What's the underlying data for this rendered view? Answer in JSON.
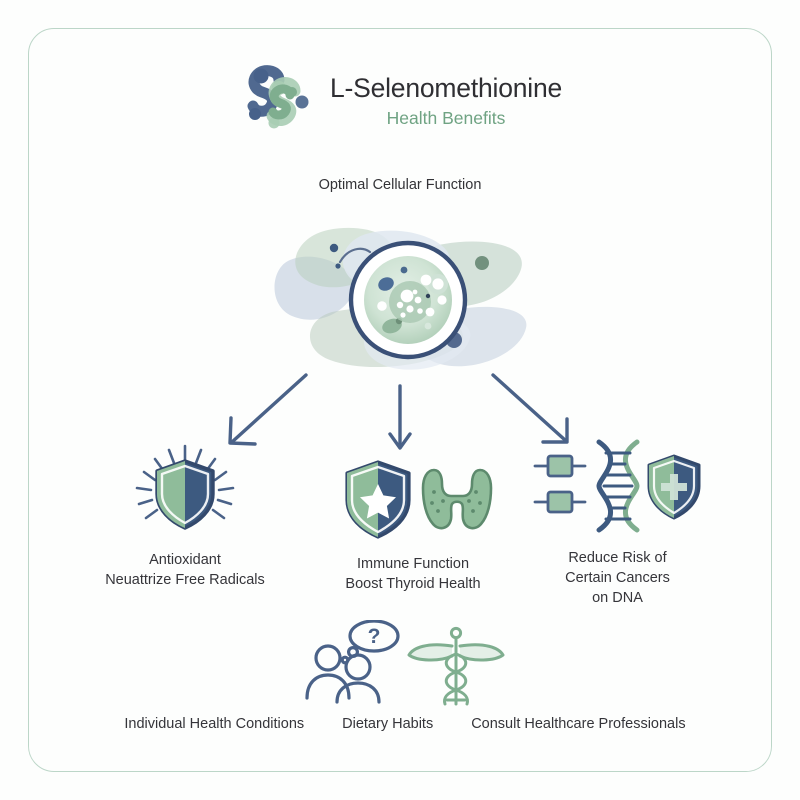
{
  "palette": {
    "frame_border": "#bcd6c8",
    "page_bg": "#fdfefd",
    "deep_blue": "#3d5a80",
    "navy_outline": "#334b6e",
    "sage_green": "#8fbc9a",
    "soft_green": "#9cc3a8",
    "pale_green": "#c9e0d0",
    "blue_grey": "#b6c4d8",
    "title_text": "#2f2f33",
    "subtitle_green": "#6fa383",
    "body_text": "#35353a"
  },
  "header": {
    "logo_icon": "selenium-s-molecule-icon",
    "title": "L-Selenomethionine",
    "subtitle": "Health Benefits"
  },
  "center": {
    "caption": "Optimal Cellular Function",
    "illustration_icon": "cell-illustration",
    "arrow_icons": [
      "arrow-down-left-icon",
      "arrow-down-icon",
      "arrow-down-right-icon"
    ]
  },
  "benefits": [
    {
      "id": "antioxidant",
      "icons": [
        "radiant-shield-icon"
      ],
      "lines": [
        "Antioxidant",
        "Neuattrize Free Radicals"
      ]
    },
    {
      "id": "immune-thyroid",
      "icons": [
        "star-shield-icon",
        "thyroid-gland-icon"
      ],
      "lines": [
        "Immune Function",
        "Boost Thyroid Health"
      ]
    },
    {
      "id": "cancer-risk",
      "icons": [
        "gene-nodes-icon",
        "dna-helix-icon",
        "cross-shield-icon"
      ],
      "lines": [
        "Reduce Risk of",
        "Certain Cancers",
        "on DNA"
      ]
    }
  ],
  "footer": {
    "icons": [
      "two-people-question-icon",
      "caduceus-icon"
    ],
    "question_mark": "?",
    "labels": [
      "Individual Health Conditions",
      "Dietary Habits",
      "Consult Healthcare Professionals"
    ]
  }
}
